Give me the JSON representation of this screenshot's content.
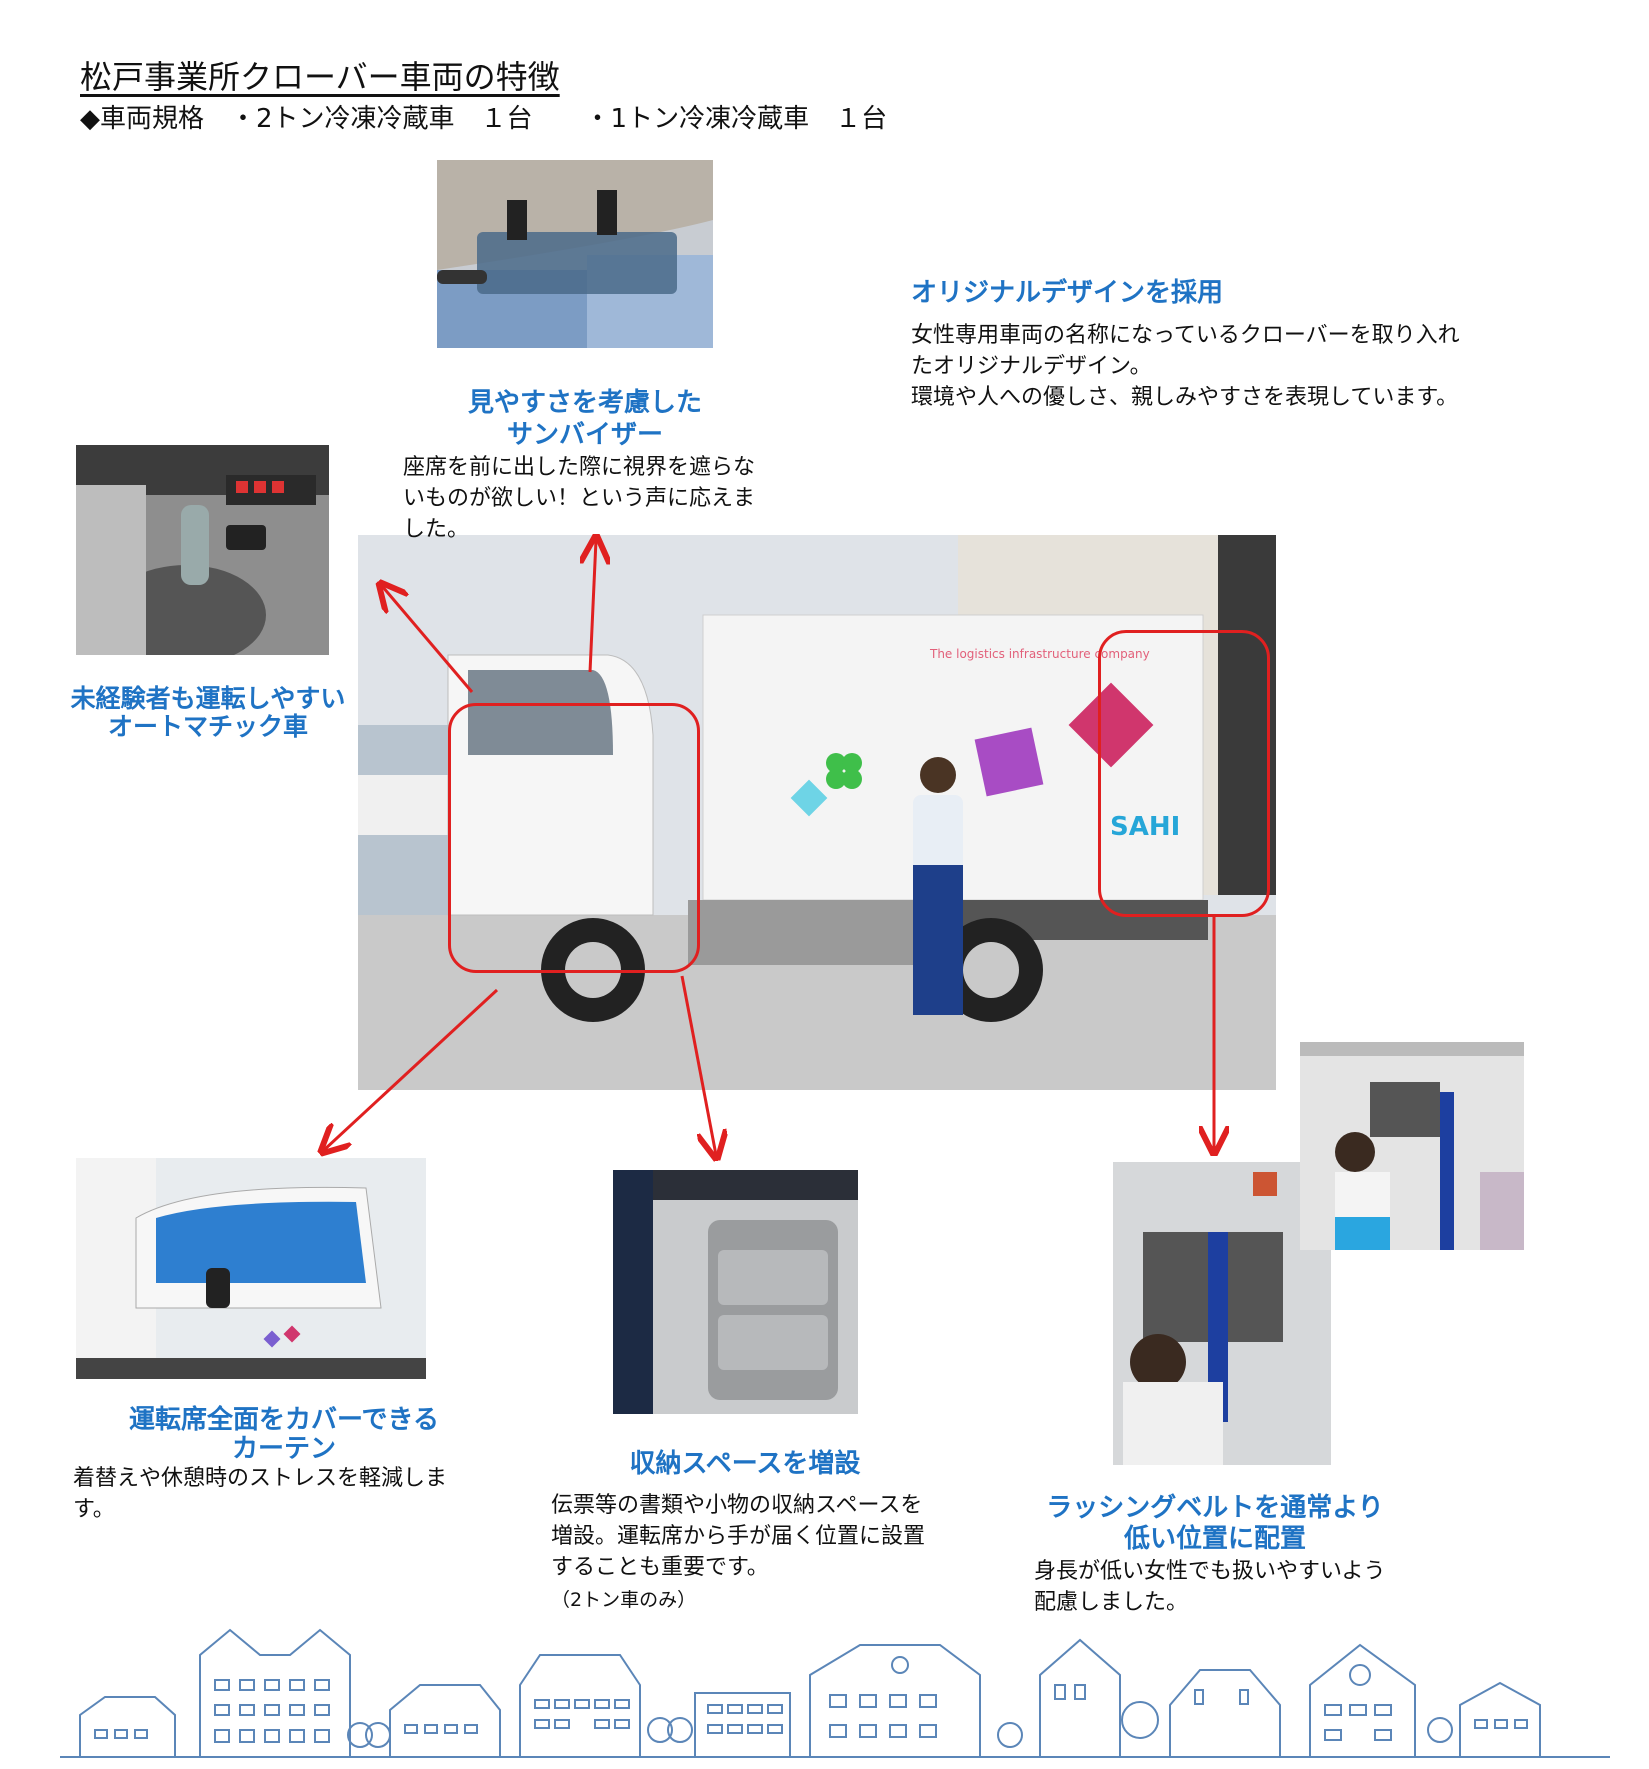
{
  "header": {
    "title": "松戸事業所クローバー車両の特徴",
    "spec": "◆車両規格　・2トン冷凍冷蔵車　１台　　・1トン冷凍冷蔵車　１台"
  },
  "truck": {
    "slogan": "The logistics infrastructure company",
    "brand": "SAHI"
  },
  "features": {
    "visor": {
      "caption_line1": "見やすさを考慮した",
      "caption_line2": "サンバイザー",
      "body": "座席を前に出した際に視界を遮らないものが欲しい！という声に応えました。"
    },
    "automatic": {
      "caption_line1": "未経験者も運転しやすい",
      "caption_line2": "オートマチック車"
    },
    "design": {
      "caption": "オリジナルデザインを採用",
      "body_line1": "女性専用車両の名称になっているクローバーを取り入れ",
      "body_line2": "たオリジナルデザイン。",
      "body_line3": "環境や人への優しさ、親しみやすさを表現しています。"
    },
    "curtain": {
      "caption_line1": "運転席全面をカバーできる",
      "caption_line2": "カーテン",
      "body": "着替えや休憩時のストレスを軽減します。"
    },
    "storage": {
      "caption": "収納スペースを増設",
      "body": "伝票等の書類や小物の収納スペースを増設。運転席から手が届く位置に設置することも重要です。",
      "note": "（2トン車のみ）"
    },
    "lashing": {
      "caption_line1": "ラッシングベルトを通常より",
      "caption_line2": "低い位置に配置",
      "body": "身長が低い女性でも扱いやすいよう配慮しました。"
    }
  },
  "colors": {
    "caption_blue": "#1f73c4",
    "arrow_red": "#e02020",
    "skyline": "#5b86b8"
  },
  "icons": [
    "clover-icon",
    "diamond-icon"
  ]
}
